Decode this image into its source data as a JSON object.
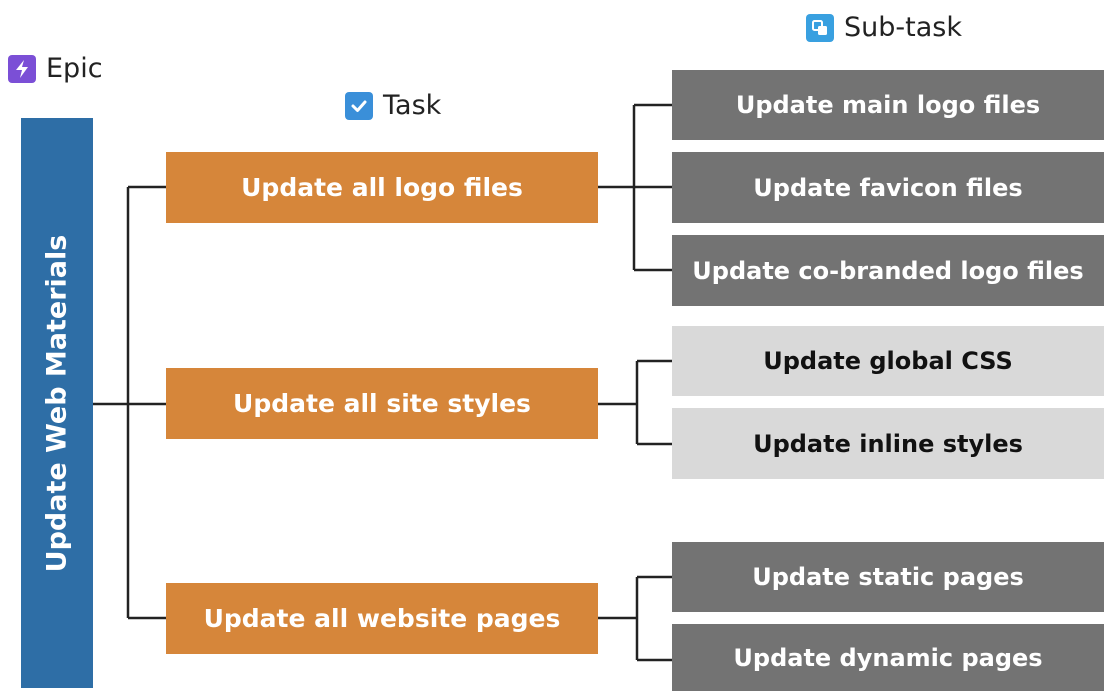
{
  "legend": {
    "epic": "Epic",
    "task": "Task",
    "subtask": "Sub-task"
  },
  "colors": {
    "epic": "#2e6ea6",
    "task": "#d6863a",
    "subtask_dark": "#737373",
    "subtask_light": "#d9d9d9",
    "epic_icon": "#7b4fd6",
    "task_icon": "#3a8fd9",
    "subtask_icon": "#39a0e0"
  },
  "icons": {
    "epic": "lightning-bolt-icon",
    "task": "checkbox-icon",
    "subtask": "subtask-icon"
  },
  "epic": {
    "label": "Update Web Materials"
  },
  "tasks": [
    {
      "label": "Update all logo files",
      "subtasks": [
        "Update main logo files",
        "Update favicon files",
        "Update co-branded logo files"
      ]
    },
    {
      "label": "Update all site styles",
      "subtasks": [
        "Update global CSS",
        "Update inline styles"
      ]
    },
    {
      "label": "Update all website pages",
      "subtasks": [
        "Update static pages",
        "Update dynamic pages"
      ]
    }
  ]
}
